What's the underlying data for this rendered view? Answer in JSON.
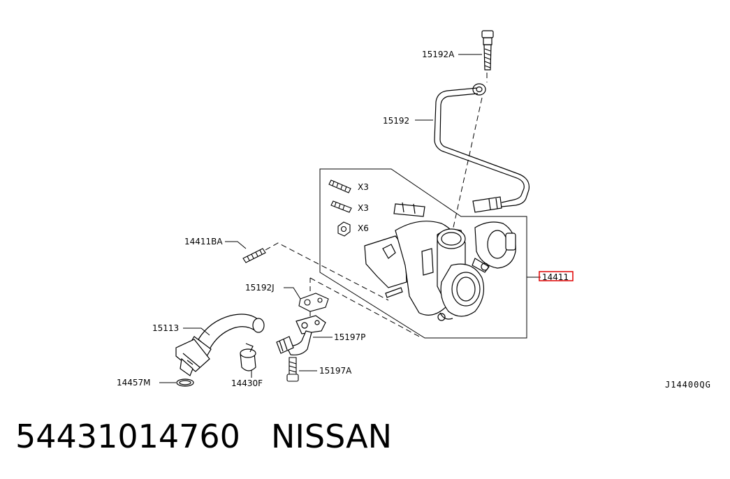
{
  "diagram": {
    "labels": {
      "bolt_top": "15192A",
      "oil_pipe": "15192",
      "qty_stud": "X3",
      "qty_stud2": "X3",
      "qty_nut": "X6",
      "stud_left": "14411BA",
      "gasket_j": "15192J",
      "hose": "15113",
      "pipe_p": "15197P",
      "bolt_a": "15197A",
      "seal_m": "14457M",
      "clamp_f": "14430F",
      "turbo": "14411"
    },
    "reference_code": "J14400QG",
    "highlight_color": "#e00000"
  },
  "caption": {
    "part_number": "54431014760",
    "brand": "NISSAN"
  }
}
